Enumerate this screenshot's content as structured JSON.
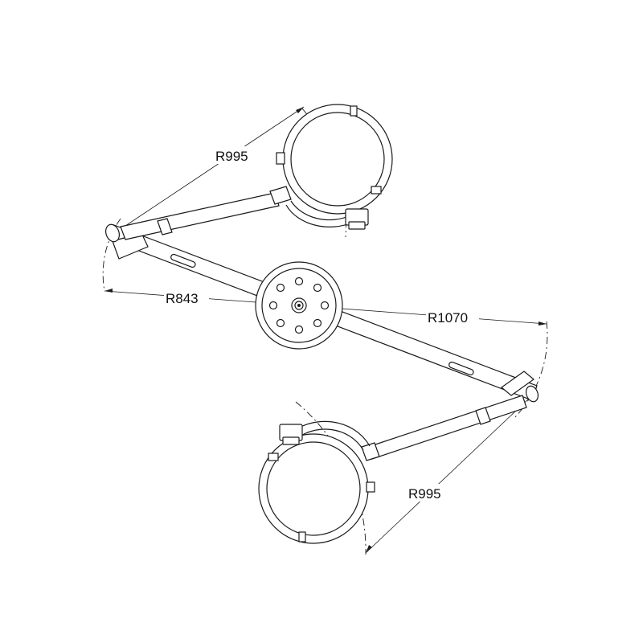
{
  "dimensions": {
    "upper_head_radius": "R995",
    "central_hub_radius": "R843",
    "main_arm_radius": "R1070",
    "lower_head_radius": "R995"
  },
  "colors": {
    "line": "#1a1a1a",
    "background": "#ffffff"
  }
}
